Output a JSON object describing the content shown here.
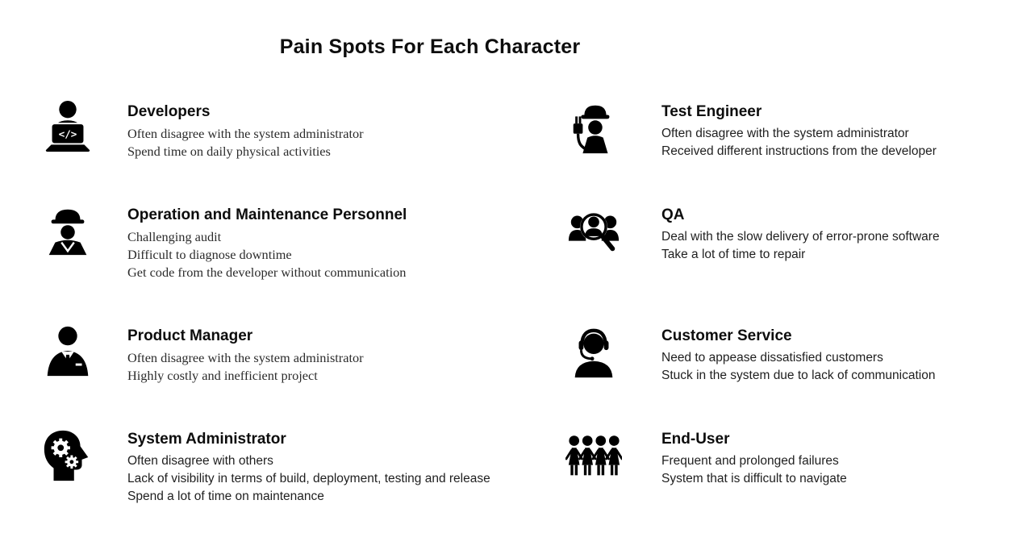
{
  "page": {
    "title": "Pain Spots For Each Character",
    "background_color": "#ffffff",
    "text_color": "#000000"
  },
  "columns": {
    "left": [
      {
        "icon": "developer-laptop-icon",
        "title": "Developers",
        "lines": [
          "Often disagree with the system administrator",
          "Spend time on daily physical activities"
        ]
      },
      {
        "icon": "maintenance-worker-icon",
        "title": "Operation and Maintenance Personnel",
        "lines": [
          "Challenging audit",
          "Difficult to diagnose downtime",
          "Get code from the developer without communication"
        ]
      },
      {
        "icon": "product-manager-icon",
        "title": "Product Manager",
        "lines": [
          "Often disagree with the system administrator",
          "Highly costly and inefficient project"
        ]
      },
      {
        "icon": "system-administrator-gears-icon",
        "title": "System Administrator",
        "lines": [
          "Often disagree with others",
          "Lack of visibility in terms of build, deployment, testing and release",
          "Spend a lot of time on maintenance"
        ]
      }
    ],
    "right": [
      {
        "icon": "test-engineer-plug-icon",
        "title": "Test Engineer",
        "lines": [
          "Often disagree with the system administrator",
          "Received different instructions from the developer"
        ]
      },
      {
        "icon": "qa-magnifier-people-icon",
        "title": "QA",
        "lines": [
          "Deal with the slow delivery of error-prone software",
          "Take a lot of time to repair"
        ]
      },
      {
        "icon": "customer-service-headset-icon",
        "title": "Customer Service",
        "lines": [
          "Need to appease dissatisfied customers",
          "Stuck in the system due to lack of communication"
        ]
      },
      {
        "icon": "end-user-group-icon",
        "title": "End-User",
        "lines": [
          "Frequent and prolonged failures",
          "System that is difficult to navigate"
        ]
      }
    ]
  }
}
